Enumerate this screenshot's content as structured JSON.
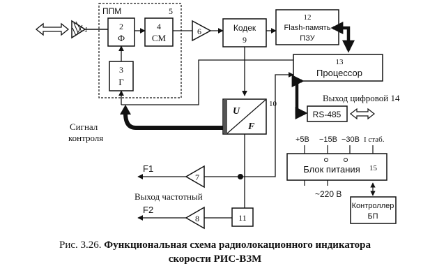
{
  "blocks": {
    "ppm_title": "ППМ",
    "ppm_num": "5",
    "b2_num": "2",
    "b2_label": "Ф",
    "b3_num": "3",
    "b3_label": "Г",
    "b4_num": "4",
    "b4_label": "СМ",
    "b6_num": "6",
    "b9_label": "Кодек",
    "b9_num": "9",
    "b12_num": "12",
    "b12_line1": "Flash-память",
    "b12_line2": "ПЗУ",
    "b13_num": "13",
    "b13_label": "Процессор",
    "b10_num": "10",
    "b10_u": "U",
    "b10_f": "F",
    "rs485": "RS-485",
    "b7_num": "7",
    "b8_num": "8",
    "b11_num": "11",
    "psu_label": "Блок питания",
    "psu_num": "15",
    "ctrl_line1": "Контроллер",
    "ctrl_line2": "БП"
  },
  "labels": {
    "digital_out": "Выход цифровой 14",
    "control_signal_1": "Сигнал",
    "control_signal_2": "контроля",
    "freq_out": "Выход частотный",
    "f1": "F1",
    "f2": "F2",
    "plus5": "+5В",
    "minus15": "−15В",
    "minus30": "−30В",
    "istab": "I стаб.",
    "mains": "~220 В"
  },
  "caption": {
    "prefix": "Рис. 3.26.",
    "body": "Функциональная схема радиолокационного индикатора",
    "line2": "скорости РИС-ВЗМ"
  }
}
